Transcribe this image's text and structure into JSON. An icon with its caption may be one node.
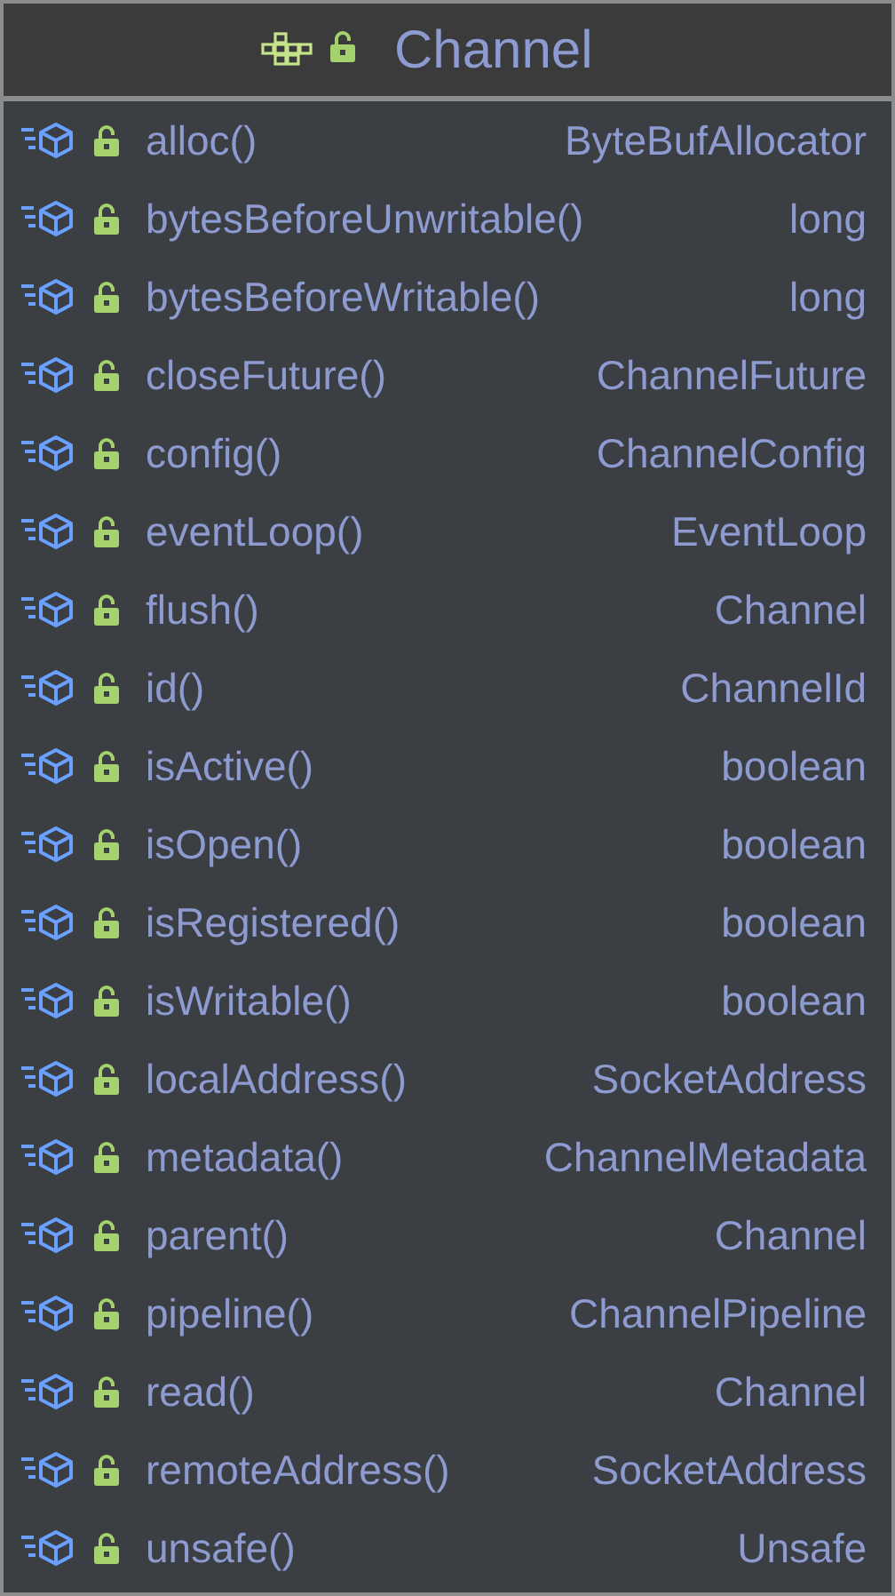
{
  "diagram": {
    "nodes": [
      {
        "text": [
          "Channel",
          "alloc()",
          "ByteBufAllocator",
          "bytesBeforeUnwritable()",
          "long",
          "bytesBeforeWritable()",
          "long",
          "closeFuture()",
          "ChannelFuture",
          "config()",
          "ChannelConfig",
          "eventLoop()",
          "EventLoop",
          "flush()",
          "Channel",
          "id()",
          "ChannelId",
          "isActive()",
          "boolean",
          "isOpen()",
          "boolean",
          "isRegistered()",
          "boolean",
          "isWritable()",
          "boolean",
          "localAddress()",
          "SocketAddress",
          "metadata()",
          "ChannelMetadata",
          "parent()",
          "Channel",
          "pipeline()",
          "ChannelPipeline",
          "read()",
          "Channel",
          "remoteAddress()",
          "SocketAddress",
          "unsafe()",
          "Unsafe"
        ]
      }
    ]
  }
}
